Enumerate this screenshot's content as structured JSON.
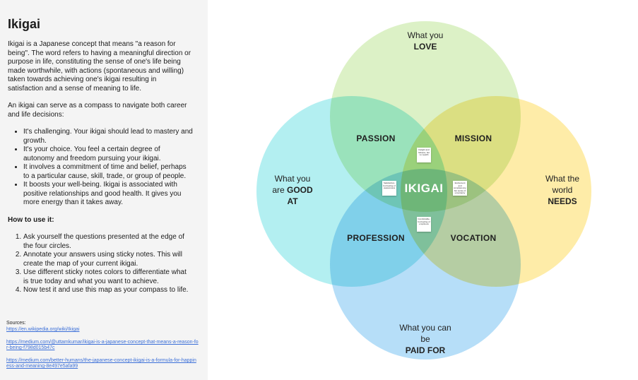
{
  "sidebar": {
    "title": "Ikigai",
    "paragraph1": "Ikigai is a Japanese concept that means \"a reason for being\". The word refers to having a meaningful direction or purpose in life, constituting the sense of one's life being made worthwhile, with actions (spontaneous and willing) taken towards achieving one's ikigai resulting in satisfaction and a sense of meaning to life.",
    "paragraph2": "An ikigai can serve as a compass to navigate both career and life decisions:",
    "bullets": [
      "It's challenging. Your ikigai should lead to mastery and growth.",
      "It's your choice. You feel a certain degree of autonomy and freedom pursuing your ikigai.",
      "It involves a commitment of time and belief, perhaps to a particular cause, skill, trade, or group of people.",
      "It boosts your well-being. Ikigai is associated with positive relationships and good health. It gives you more energy than it takes away."
    ],
    "howto_title": "How to use it:",
    "steps": [
      "Ask yourself the questions presented at the edge of the four circles.",
      "Annotate your answers using sticky notes. This will create the map of your current ikigai.",
      " Use different sticky notes colors to differentiate what is true today and what you want to achieve.",
      "Now test it and use this map as your compass to life."
    ],
    "sources_label": "Sources:",
    "sources": [
      "https://en.wikipedia.org/wiki/Ikigai",
      "https://medium.com/@uttamkumar/ikigai-is-a-japanese-concept-that-means-a-reason-for-being-f798d015b47c",
      "https://medium.com/better-humans/the-japanese-concept-ikigai-is-a-formula-for-happiness-and-meaning-8e497e5afa99"
    ]
  },
  "diagram": {
    "love": {
      "line1": "What you",
      "line2": "LOVE"
    },
    "good_at": {
      "line1": "What you",
      "line2_prefix": "are ",
      "line2_bold": "GOOD",
      "line3": "AT"
    },
    "needs": {
      "line1": "What the",
      "line2": "world",
      "line3": "NEEDS"
    },
    "paid_for": {
      "line1": "What you can",
      "line2": "be",
      "line3": "PAID FOR"
    },
    "zones": {
      "passion": "PASSION",
      "mission": "MISSION",
      "profession": "PROFESSION",
      "vocation": "VOCATION",
      "center": "IKIGAI"
    },
    "notes": [
      "Delight and fullness, but no wealth",
      "Satisfaction, but feeling of uselessness",
      "Excitement and complacency, but sense of uncertainty",
      "Comfortable, but feeling of emptiness"
    ],
    "colors": {
      "love": "#c9e9a8",
      "good_at": "#8be6ea",
      "needs": "#fde27a",
      "paid_for": "#8fcdf5",
      "sidebar_bg": "#f4f4f4",
      "link": "#3b6fd8"
    }
  }
}
